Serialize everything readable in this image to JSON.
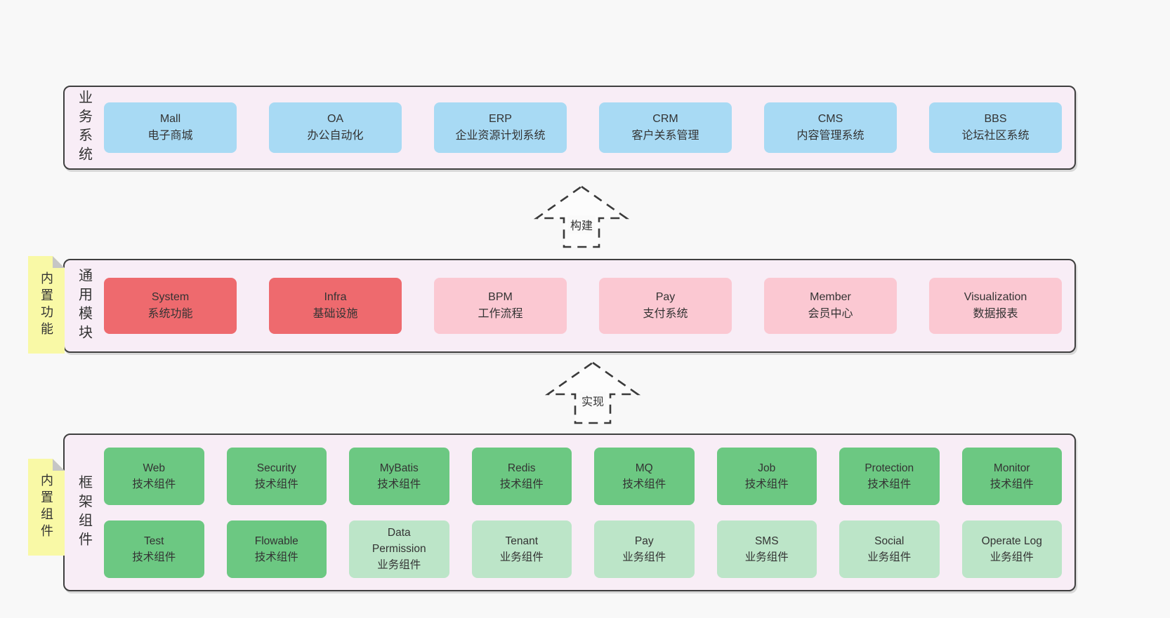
{
  "palette": {
    "page_bg": "#f8f8f8",
    "panel_bg": "#f8edf6",
    "panel_border": "#3f3f3f",
    "business_box": "#a8daf4",
    "core_module_box": "#ee6a6e",
    "optional_module_box": "#fbc8d2",
    "tech_component_box": "#6cc882",
    "biz_component_box": "#bce5c8",
    "sticky_bg": "#f9f9a6",
    "sticky_fold": "#c6c6c6",
    "text": "#333333"
  },
  "arrows": [
    {
      "label": "构建"
    },
    {
      "label": "实现"
    }
  ],
  "sections": [
    {
      "label": "业务系统",
      "boxes": [
        {
          "name": "Mall",
          "desc": "电子商城"
        },
        {
          "name": "OA",
          "desc": "办公自动化"
        },
        {
          "name": "ERP",
          "desc": "企业资源计划系统"
        },
        {
          "name": "CRM",
          "desc": "客户关系管理"
        },
        {
          "name": "CMS",
          "desc": "内容管理系统"
        },
        {
          "name": "BBS",
          "desc": "论坛社区系统"
        }
      ]
    },
    {
      "label": "通用模块",
      "sticky": "内置功能",
      "boxes": [
        {
          "name": "System",
          "desc": "系统功能"
        },
        {
          "name": "Infra",
          "desc": "基础设施"
        },
        {
          "name": "BPM",
          "desc": "工作流程"
        },
        {
          "name": "Pay",
          "desc": "支付系统"
        },
        {
          "name": "Member",
          "desc": "会员中心"
        },
        {
          "name": "Visualization",
          "desc": "数据报表"
        }
      ]
    },
    {
      "label": "框架组件",
      "sticky": "内置组件",
      "rows": [
        [
          {
            "name": "Web",
            "desc": "技术组件"
          },
          {
            "name": "Security",
            "desc": "技术组件"
          },
          {
            "name": "MyBatis",
            "desc": "技术组件"
          },
          {
            "name": "Redis",
            "desc": "技术组件"
          },
          {
            "name": "MQ",
            "desc": "技术组件"
          },
          {
            "name": "Job",
            "desc": "技术组件"
          },
          {
            "name": "Protection",
            "desc": "技术组件"
          },
          {
            "name": "Monitor",
            "desc": "技术组件"
          }
        ],
        [
          {
            "name": "Test",
            "desc": "技术组件"
          },
          {
            "name": "Flowable",
            "desc": "技术组件"
          },
          {
            "name": "Data Permission",
            "desc": "业务组件"
          },
          {
            "name": "Tenant",
            "desc": "业务组件"
          },
          {
            "name": "Pay",
            "desc": "业务组件"
          },
          {
            "name": "SMS",
            "desc": "业务组件"
          },
          {
            "name": "Social",
            "desc": "业务组件"
          },
          {
            "name": "Operate Log",
            "desc": "业务组件"
          }
        ]
      ]
    }
  ]
}
